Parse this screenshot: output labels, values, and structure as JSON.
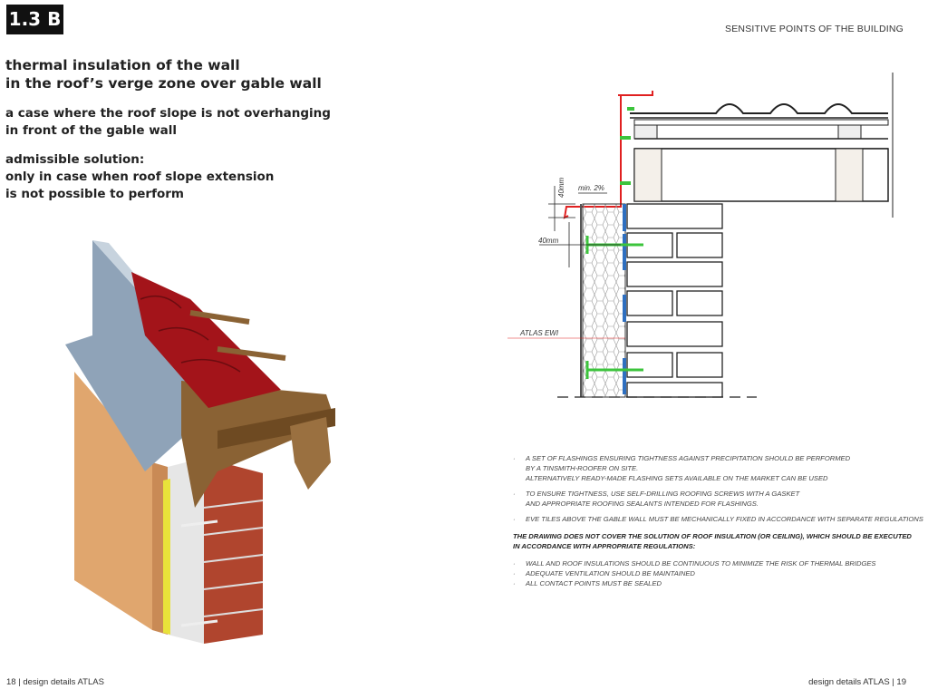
{
  "header": {
    "badge": "1.3 B",
    "section_title": "SENSITIVE POINTS OF THE BUILDING"
  },
  "title": {
    "line1": "thermal insulation of the wall",
    "line2": "in the roof’s verge zone over gable wall"
  },
  "subtitle": {
    "line1": "a case where the roof slope is not overhanging",
    "line2": "in front of the gable wall"
  },
  "solution": {
    "line1": "admissible solution:",
    "line2": "only in case when roof slope extension",
    "line3": "is not possible to perform"
  },
  "drawing": {
    "dim_vertical": "40mm",
    "dim_horizontal": "40mm",
    "slope": "min. 2%",
    "label_ewi": "ATLAS EWI",
    "colors": {
      "flashing": "#e02020",
      "fastener": "#3cc43c",
      "adhesive": "#2e6fc0"
    }
  },
  "notes": {
    "items1": [
      {
        "l1": "A SET OF FLASHINGS ENSURING TIGHTNESS AGAINST PRECIPITATION SHOULD BE PERFORMED",
        "l2": "BY A TINSMITH-ROOFER ON SITE.",
        "l3": "ALTERNATIVELY READY-MADE FLASHING SETS AVAILABLE ON THE MARKET CAN BE USED"
      },
      {
        "l1": "TO ENSURE TIGHTNESS, USE SELF-DRILLING ROOFING SCREWS WITH A GASKET",
        "l2": "AND APPROPRIATE ROOFING SEALANTS INTENDED FOR FLASHINGS."
      },
      {
        "l1": "EVE TILES ABOVE THE GABLE WALL MUST BE MECHANICALLY FIXED IN ACCORDANCE WITH SEPARATE REGULATIONS"
      }
    ],
    "warning_l1": "THE DRAWING DOES NOT COVER THE SOLUTION OF ROOF INSULATION (OR CEILING), WHICH SHOULD BE EXECUTED",
    "warning_l2": "IN ACCORDANCE WITH APPROPRIATE REGULATIONS:",
    "items2": [
      "WALL AND ROOF INSULATIONS SHOULD BE CONTINUOUS TO MINIMIZE THE RISK OF THERMAL BRIDGES",
      "ADEQUATE VENTILATION SHOULD BE MAINTAINED",
      "ALL CONTACT POINTS MUST BE SEALED"
    ]
  },
  "footer": {
    "left": "18 | design details ATLAS",
    "right": "design details ATLAS | 19"
  }
}
